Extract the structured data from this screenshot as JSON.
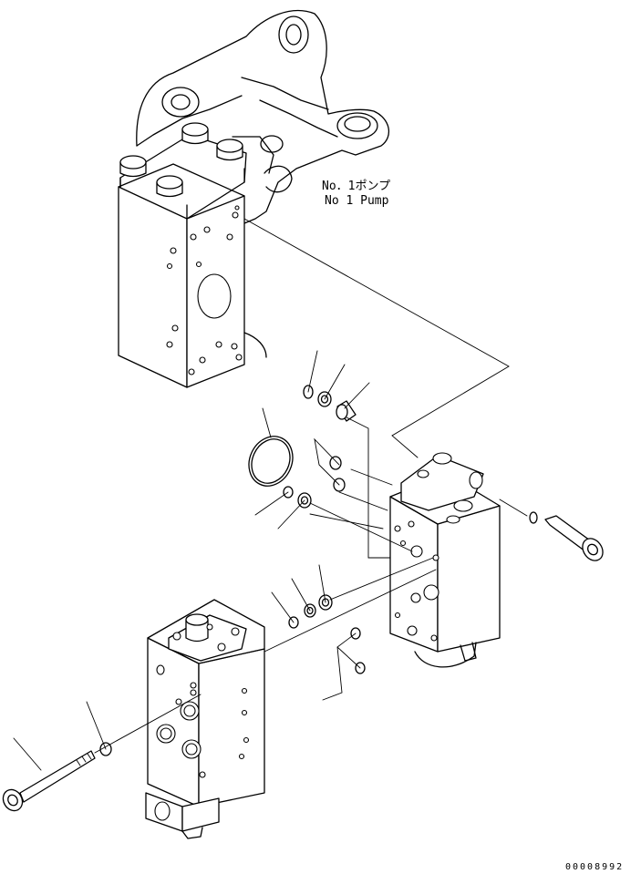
{
  "labels": {
    "pump_jp": "No．1ポンプ",
    "pump_en": "No 1 Pump"
  },
  "drawing_code": "00008992"
}
